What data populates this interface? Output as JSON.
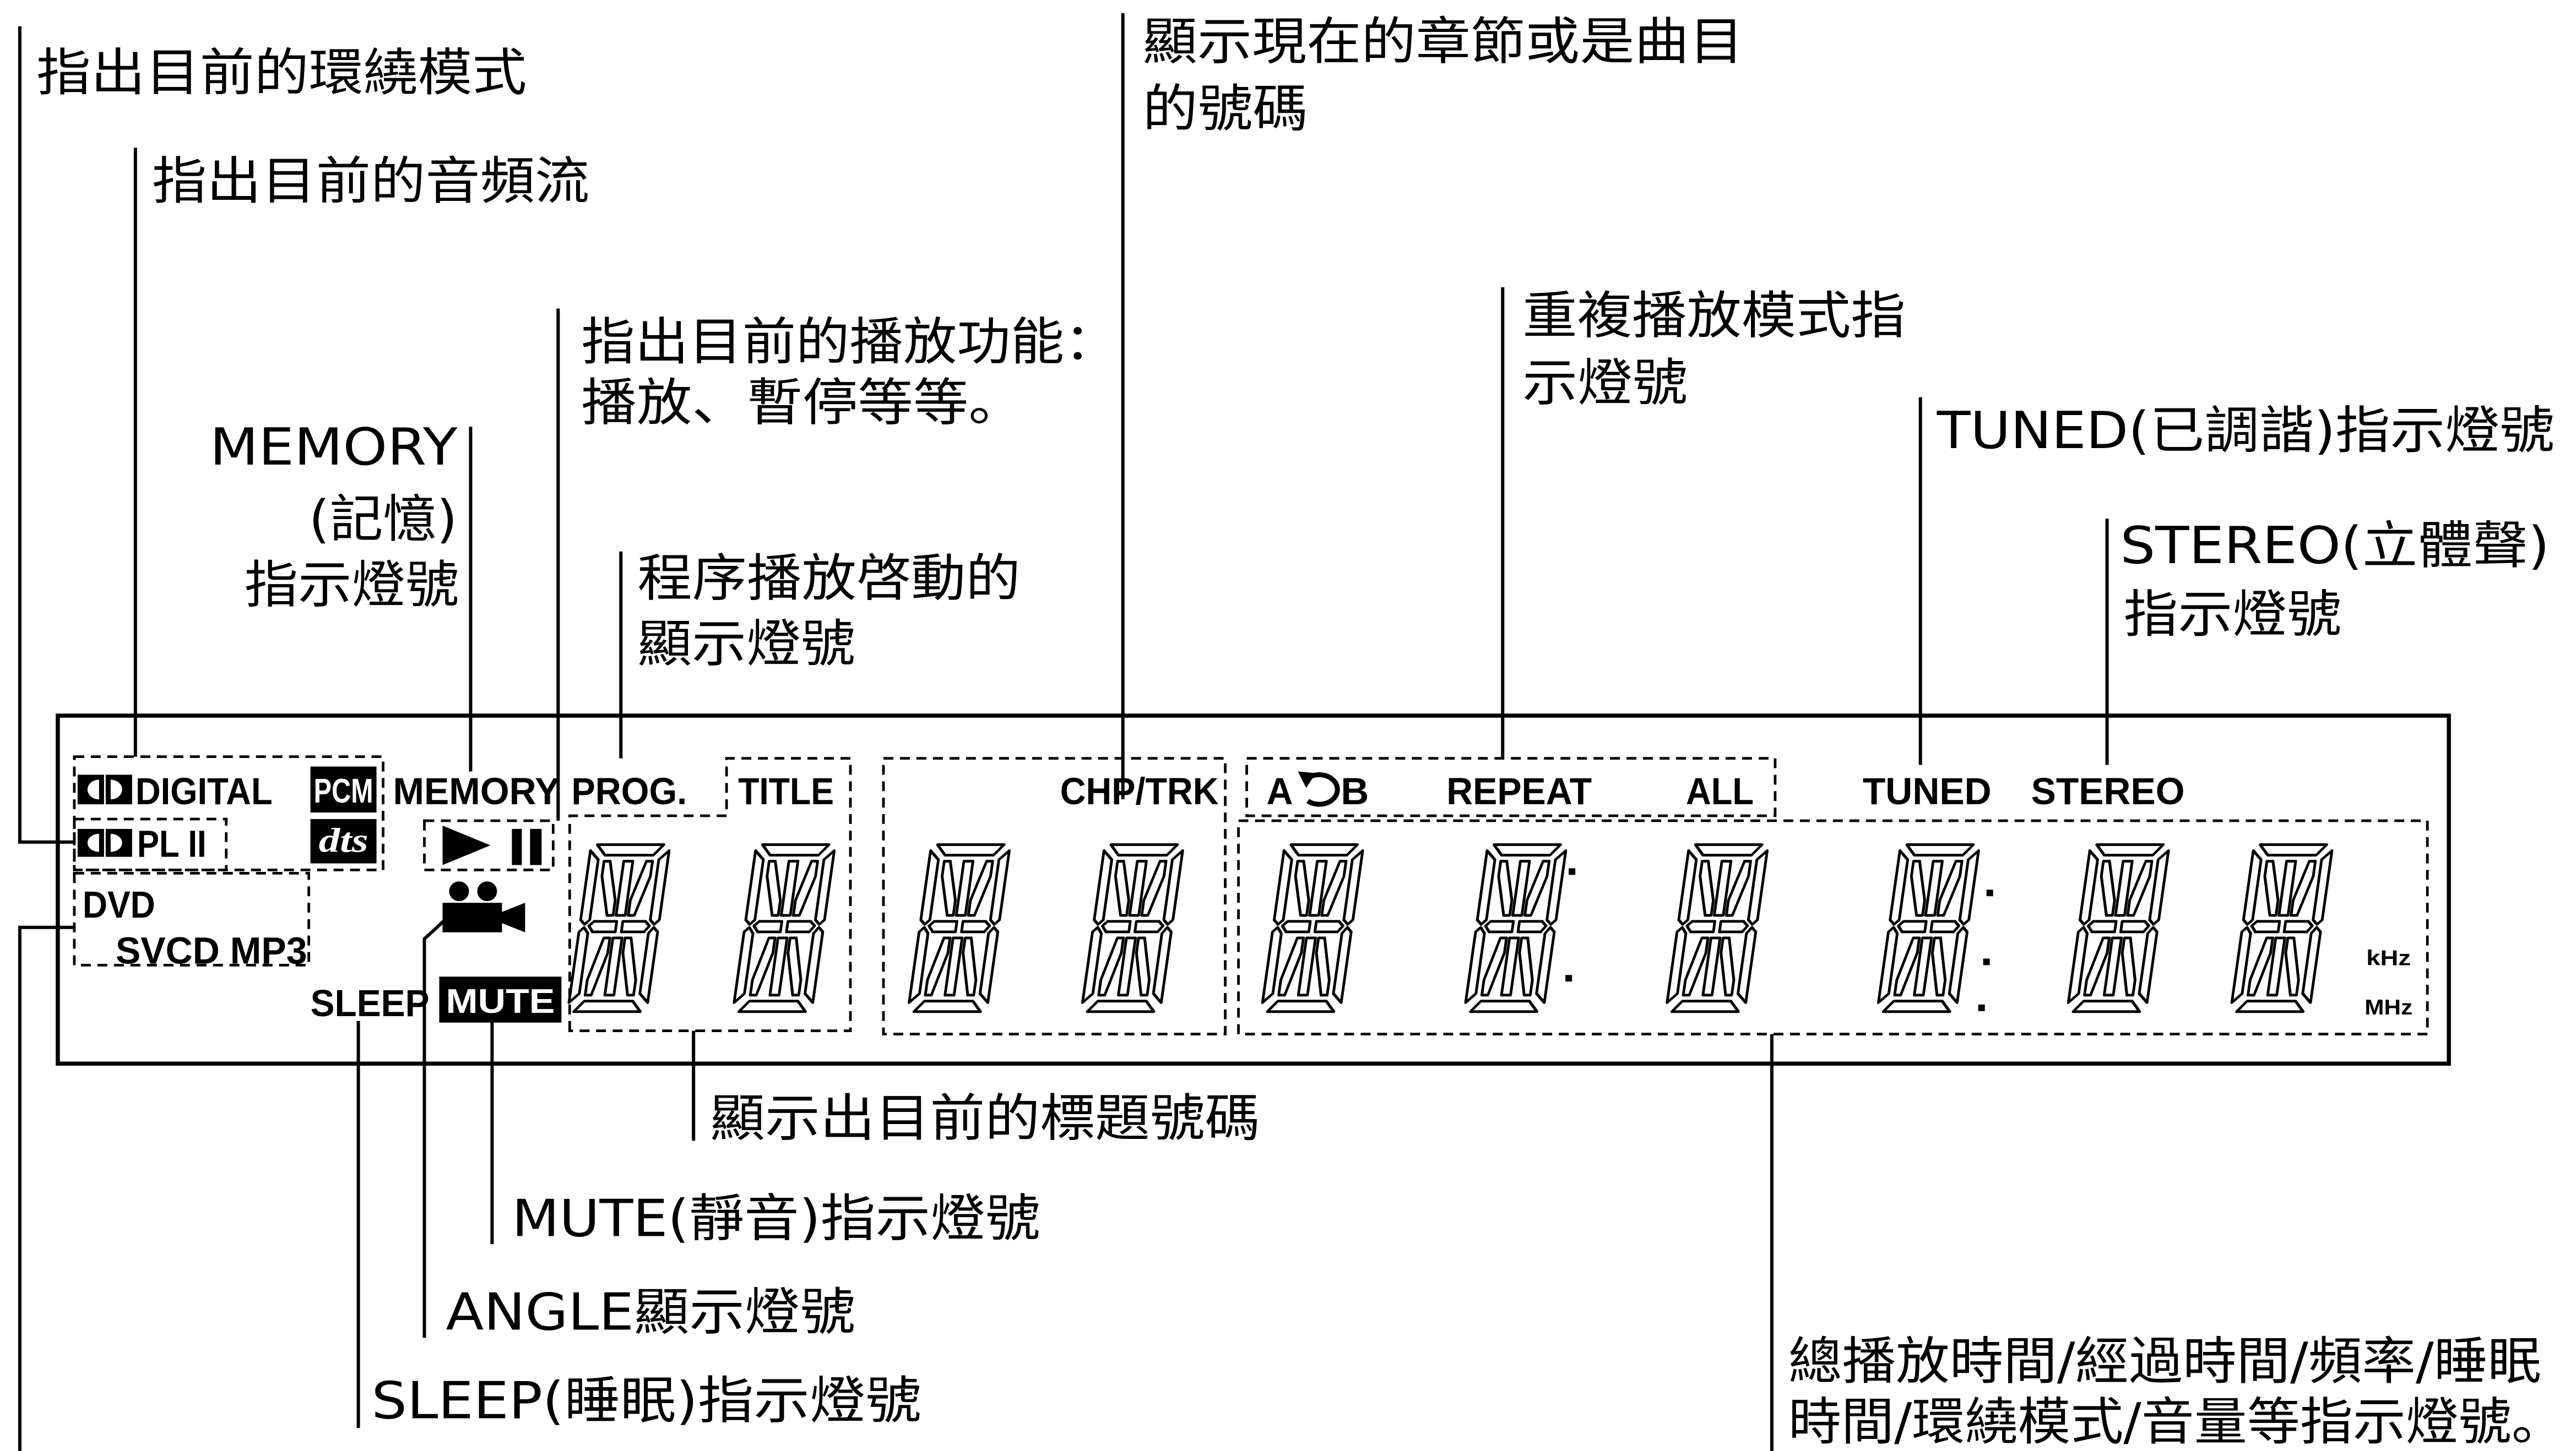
{
  "callouts": {
    "surround_mode": "指出目前的環繞模式",
    "audio_stream": "指出目前的音頻流",
    "play_function": [
      "指出目前的播放功能：",
      "播放、暫停等等。"
    ],
    "memory": [
      "MEMORY",
      "(記憶)",
      "指示燈號"
    ],
    "program": [
      "程序播放啓動的",
      "顯示燈號"
    ],
    "chapter_track": [
      "顯示現在的章節或是曲目",
      "的號碼"
    ],
    "repeat": [
      "重複播放模式指",
      "示燈號"
    ],
    "tuned": "TUNED(已調諧)指示燈號",
    "stereo": [
      "STEREO(立體聲)",
      "指示燈號"
    ],
    "title_number": "顯示出目前的標題號碼",
    "mute": "MUTE(靜音)指示燈號",
    "angle": "ANGLE顯示燈號",
    "sleep": "SLEEP(睡眠)指示燈號",
    "time_display": [
      "總播放時間/經過時間/頻率/睡眠",
      "時間/環繞模式/音量等指示燈號。"
    ]
  },
  "panel": {
    "digital": "DIGITAL",
    "pl2": "PL II",
    "pcm": "PCM",
    "dts": "dts",
    "memory": "MEMORY",
    "prog": "PROG.",
    "title": "TITLE",
    "chp_trk": "CHP/TRK",
    "ab_a": "A",
    "ab_b": "B",
    "repeat": "REPEAT",
    "all": "ALL",
    "tuned": "TUNED",
    "stereo": "STEREO",
    "dvd": "DVD",
    "svcd_mp3": "SVCD MP3",
    "sleep": "SLEEP",
    "mute": "MUTE",
    "khz": "kHz",
    "mhz": "MHz"
  },
  "icons": [
    "dolby-digital-icon",
    "dolby-pl2-icon",
    "play-icon",
    "pause-icon",
    "angle-camera-icon",
    "ab-repeat-arrow-icon"
  ],
  "colors": {
    "ink": "#000000",
    "background": "#ffffff"
  }
}
